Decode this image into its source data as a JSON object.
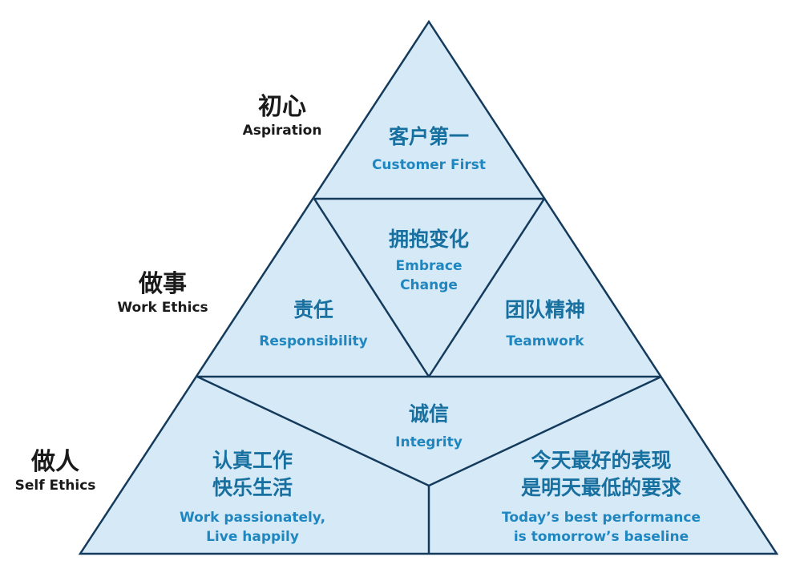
{
  "colors": {
    "fill": "#d6e9f7",
    "stroke": "#143a5c",
    "text_cn": "#17709f",
    "text_en": "#1f86c0",
    "label": "#1a1a1a"
  },
  "levels": {
    "aspiration": {
      "cn": "初心",
      "en": "Aspiration"
    },
    "work": {
      "cn": "做事",
      "en": "Work Ethics"
    },
    "self": {
      "cn": "做人",
      "en": "Self Ethics"
    }
  },
  "cells": {
    "customer": {
      "cn": "客户第一",
      "en": "Customer First"
    },
    "change": {
      "cn": "拥抱变化",
      "en1": "Embrace",
      "en2": "Change"
    },
    "responsibility": {
      "cn": "责任",
      "en": "Responsibility"
    },
    "teamwork": {
      "cn": "团队精神",
      "en": "Teamwork"
    },
    "integrity": {
      "cn": "诚信",
      "en": "Integrity"
    },
    "work_happy": {
      "cn1": "认真工作",
      "cn2": "快乐生活",
      "en1": "Work passionately,",
      "en2": "Live happily"
    },
    "today": {
      "cn1": "今天最好的表现",
      "cn2": "是明天最低的要求",
      "en1": "Today’s best performance",
      "en2": "is tomorrow’s baseline"
    }
  }
}
